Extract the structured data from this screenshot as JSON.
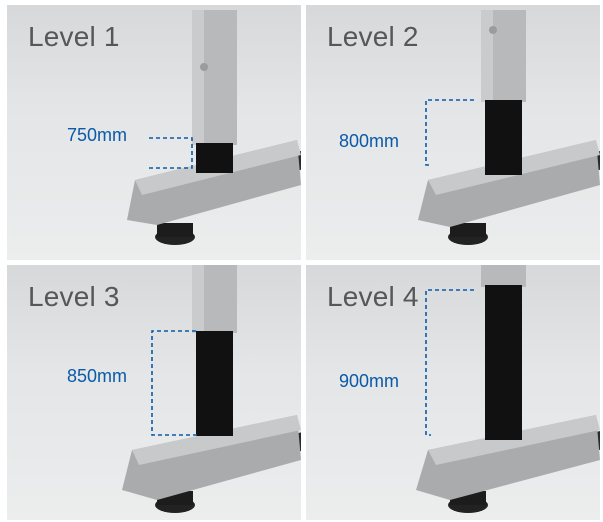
{
  "accent_color": "#0a5aa8",
  "title_color": "#555759",
  "panels": [
    {
      "level": "Level 1",
      "height": "750mm"
    },
    {
      "level": "Level 2",
      "height": "800mm"
    },
    {
      "level": "Level 3",
      "height": "850mm"
    },
    {
      "level": "Level 4",
      "height": "900mm"
    }
  ]
}
